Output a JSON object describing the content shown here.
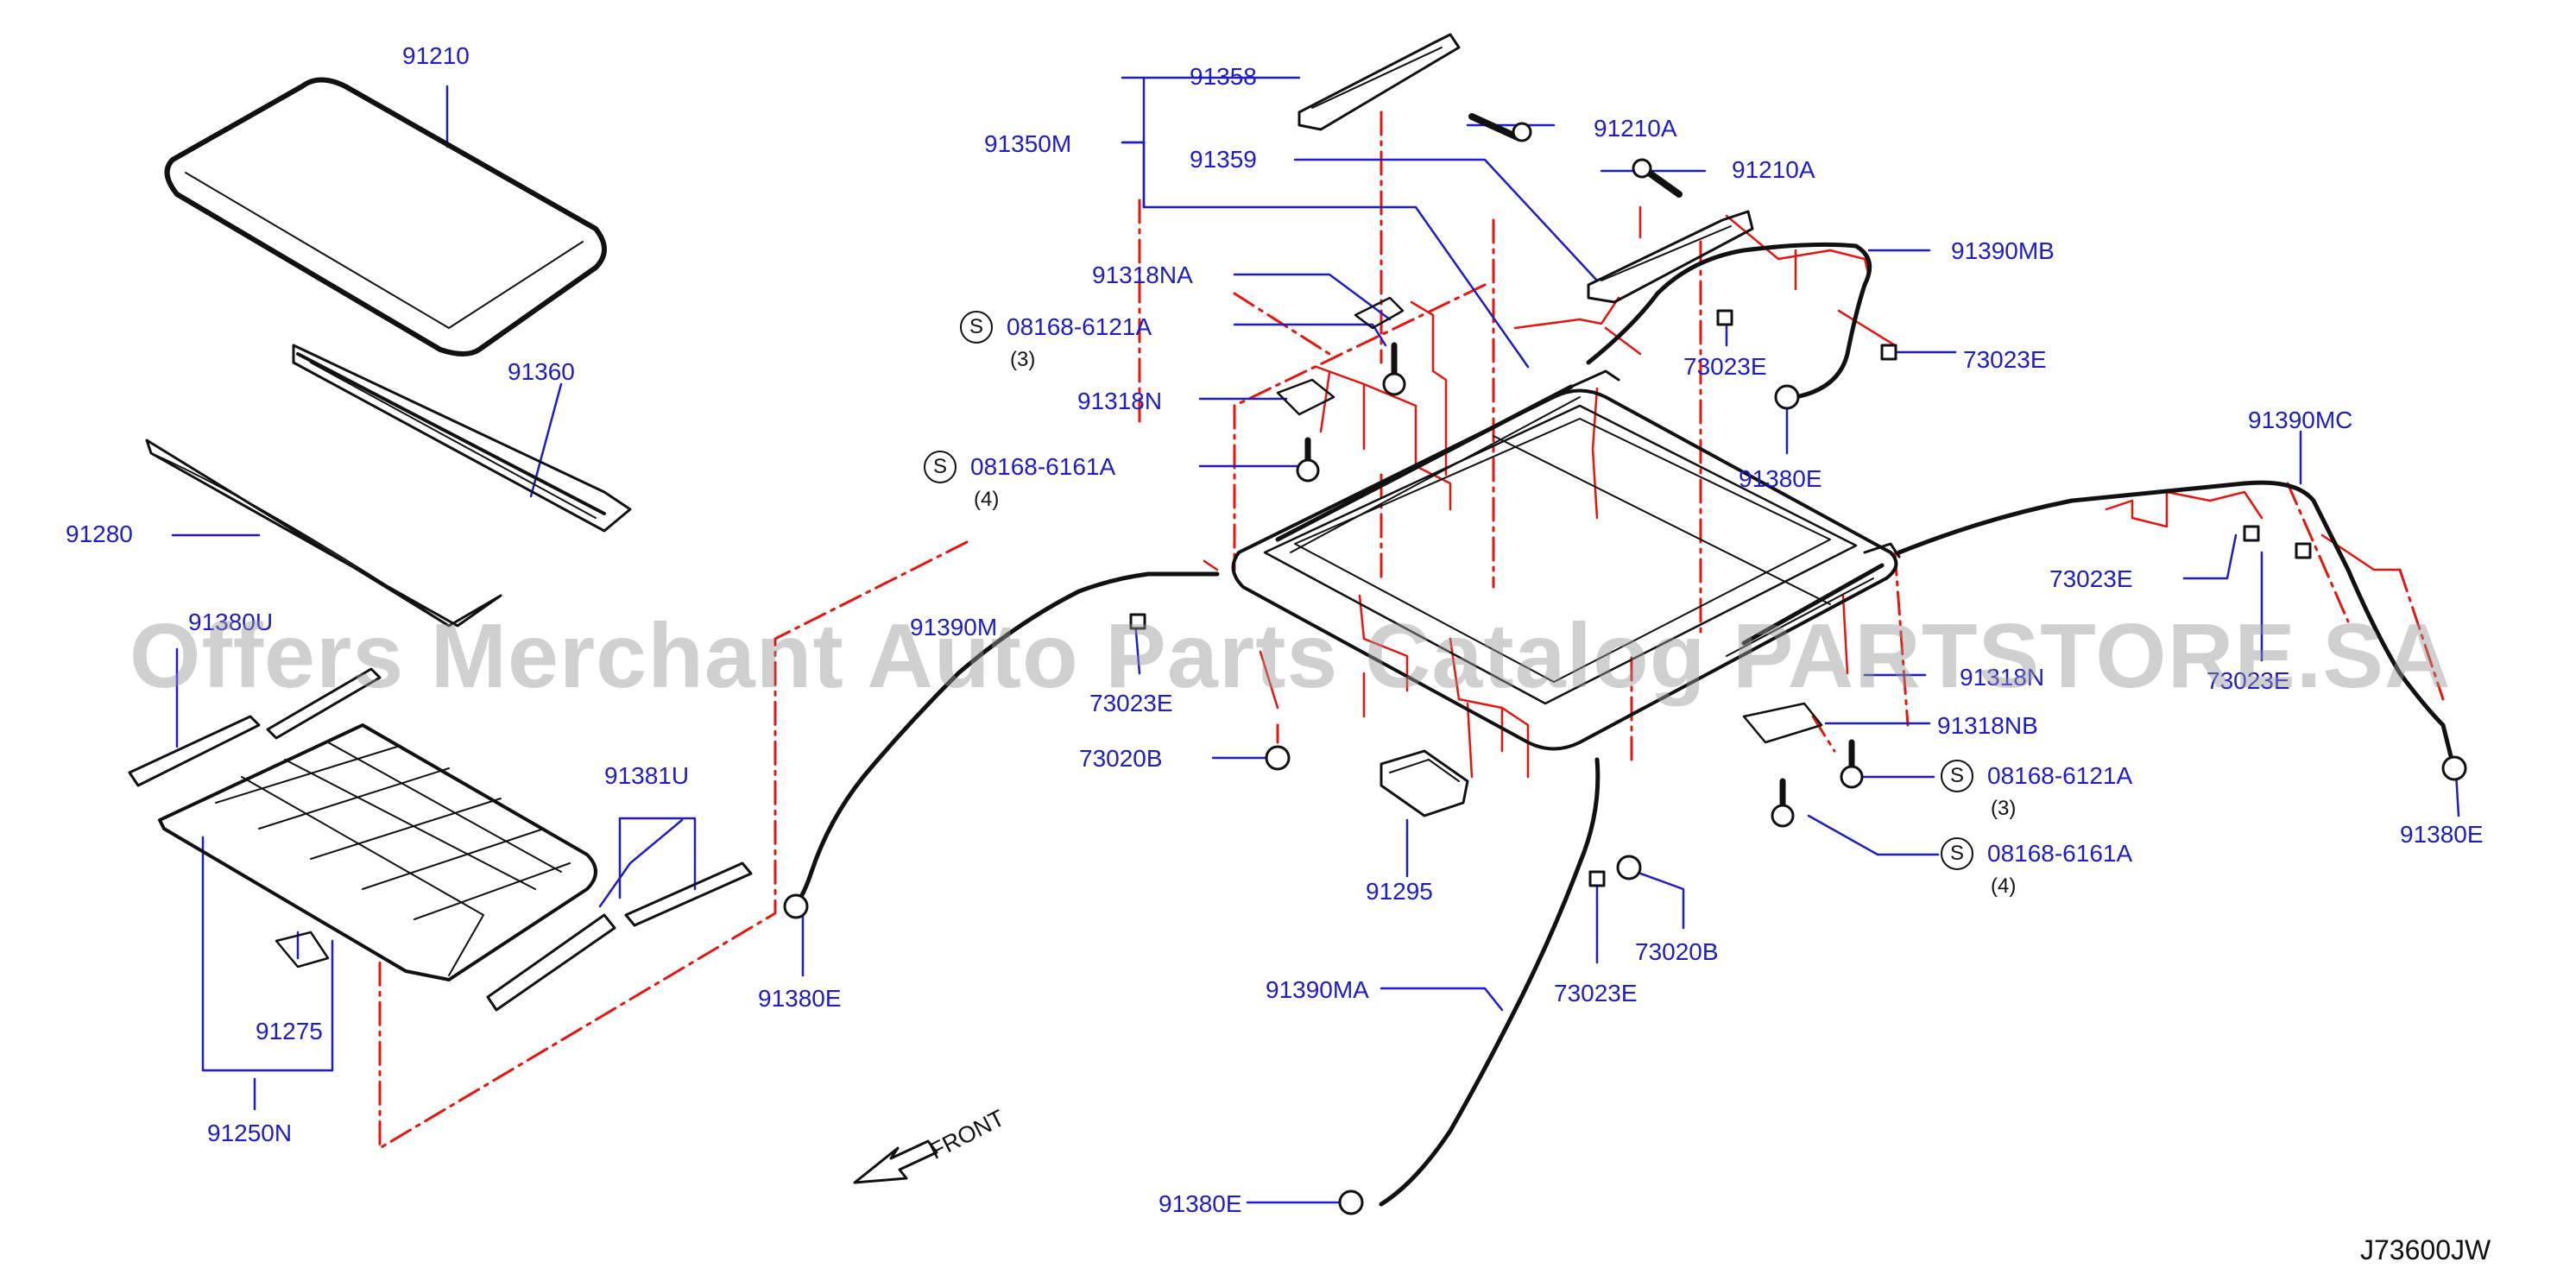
{
  "labels": {
    "l91210": "91210",
    "l91360": "91360",
    "l91280": "91280",
    "l91380u": "91380U",
    "l91381u": "91381U",
    "l91275": "91275",
    "l91250n": "91250N",
    "l91358": "91358",
    "l91350m": "91350M",
    "l91359": "91359",
    "l91210a_1": "91210A",
    "l91210a_2": "91210A",
    "l91318na": "91318NA",
    "l08168_6121a_1": "08168-6121A",
    "l91318n": "91318N",
    "l08168_6161a_1": "08168-6161A",
    "l91390m": "91390M",
    "l73023e_1": "73023E",
    "l73020b_1": "73020B",
    "l91380e_1": "91380E",
    "l91390mb": "91390MB",
    "l73023e_2": "73023E",
    "l73023e_3": "73023E",
    "l91380e_2": "91380E",
    "l91390mc": "91390MC",
    "l73023e_4": "73023E",
    "l73023e_5": "73023E",
    "l91318n_2": "91318N",
    "l91318nb": "91318NB",
    "l08168_6121a_2": "08168-6121A",
    "l08168_6161a_2": "08168-6161A",
    "l91380e_3": "91380E",
    "l91295": "91295",
    "l73020b_2": "73020B",
    "l73023e_6": "73023E",
    "l91390ma": "91390MA",
    "l91380e_4": "91380E"
  },
  "quantities": {
    "q1": "(3)",
    "q2": "(4)",
    "q3": "(3)",
    "q4": "(4)"
  },
  "badges": {
    "s1": "S",
    "s2": "S",
    "s3": "S",
    "s4": "S"
  },
  "front_label": "FRONT",
  "diagram_code": "J73600JW",
  "watermark": "Offers Merchant Auto Parts Catalog PARTSTORE.SA",
  "colors": {
    "label_blue": "#1c1cc8",
    "phantom_red": "#e8140e",
    "part_line": "#111111"
  },
  "icons": [
    "front-arrow-icon"
  ]
}
